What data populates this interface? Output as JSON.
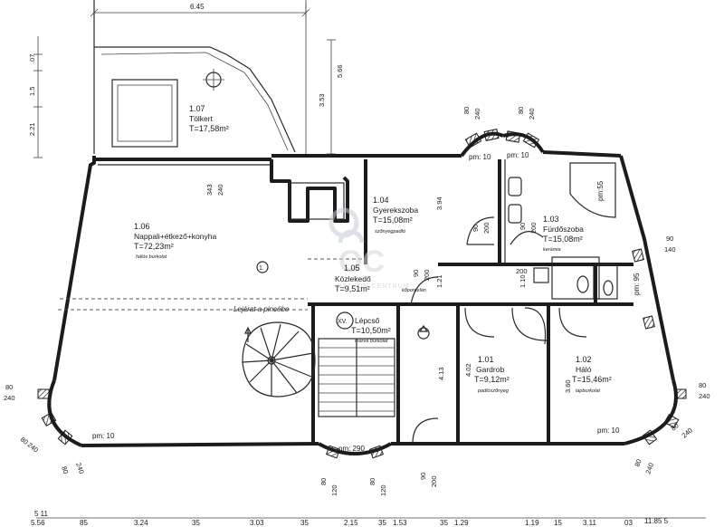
{
  "rooms": [
    {
      "id": "r107",
      "number": "1.07",
      "name": "Tölkert",
      "area": "T=17,58m²",
      "floor": ""
    },
    {
      "id": "r106",
      "number": "1.06",
      "name": "Nappali+étkező+konyha",
      "area": "T=72,23m²",
      "floor": "hálós burkolat"
    },
    {
      "id": "r104",
      "number": "1.04",
      "name": "Gyerekszoba",
      "area": "T=15,08m²",
      "floor": "szőnyegpadló"
    },
    {
      "id": "r103",
      "number": "1.03",
      "name": "Fürdőszoba",
      "area": "T=15,08m²",
      "floor": "kerámia"
    },
    {
      "id": "r105",
      "number": "1.05",
      "name": "Közlekedő",
      "area": "T=9,51m²",
      "floor": "kőporcelán"
    },
    {
      "id": "rxv",
      "number": "XV.",
      "name": "Lépcső",
      "area": "T=10,50m²",
      "floor": "márvá burkolat"
    },
    {
      "id": "r101",
      "number": "1.01",
      "name": "Gardrob",
      "area": "T=9,12m²",
      "floor": "padlószőnyeg"
    },
    {
      "id": "r102",
      "number": "1.02",
      "name": "Háló",
      "area": "T=15,46m²",
      "floor": "lapburkolat"
    }
  ],
  "annotations": {
    "stair_note": "Lejárat a pincébe",
    "circle_mark": "1."
  },
  "window_marks": {
    "pm10_top": "pm: 10",
    "pm10_top2": "pm: 10",
    "pm55": "pm:55",
    "pm95": "pm: 95",
    "pm10_left": "pm: 10",
    "pm10_right": "pm: 10",
    "pm290": "pm: 290"
  },
  "dimensions": {
    "top": "6.45",
    "d566": "5.66",
    "d353": "3.53",
    "d07": ".07",
    "d15": "1.5",
    "d221": "2.21",
    "d343": "343",
    "d240a": "240",
    "d80_240_top1": "80",
    "d80_240_top1b": "240",
    "d80_240_top2": "80",
    "d80_240_top2b": "240",
    "d200a": "200",
    "d90a": "90",
    "d200b": "200",
    "d90b": "90",
    "d140": "140",
    "d90_140": "90",
    "d200c": "200",
    "d90_200a": "90",
    "d200d": "200",
    "d80_left": "80",
    "d240_left": "240",
    "d80_right": "80",
    "d240_right": "240",
    "d80_bl": "80",
    "d240_bl": "240",
    "d80_bl2": "80",
    "d240_bl2": "240",
    "d80_br": "80",
    "d240_br": "240",
    "d80_br2": "80",
    "d240_br2": "240",
    "d80_b1": "80",
    "d120_b1": "120",
    "d80_b2": "80",
    "d120_b2": "120",
    "d90_bottom": "90",
    "d200_bottom": "200",
    "d394": "3.94",
    "d121": "1.21",
    "d413": "4.13",
    "d402": "4.02",
    "d360": "3.60",
    "d110": "1.10"
  },
  "bottom_dims": [
    "5 11",
    "5.56",
    "85",
    "3.24",
    "35",
    "3.03",
    "35",
    "2.15",
    "35",
    "1.53",
    "35",
    "1.29",
    "1.19",
    "15",
    "3.11",
    "03",
    "11.85 5"
  ],
  "watermark": {
    "initials": "OC",
    "text": "OTTHON CENTRUM"
  }
}
